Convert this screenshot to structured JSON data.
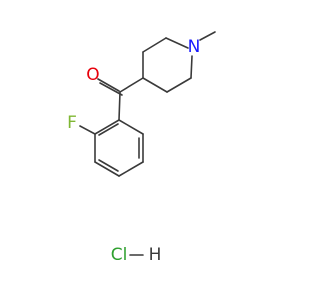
{
  "molecule": {
    "atoms": {
      "oxygen": "O",
      "fluorine": "F",
      "nitrogen": "N",
      "chlorine": "Cl",
      "hydrogen": "H"
    },
    "colors": {
      "bond": "#3a3a3a",
      "oxygen": "#e8000b",
      "fluorine": "#7fb733",
      "nitrogen": "#1a1aff",
      "chlorine": "#2ea02e",
      "hydrogen": "#3a3a3a"
    }
  }
}
